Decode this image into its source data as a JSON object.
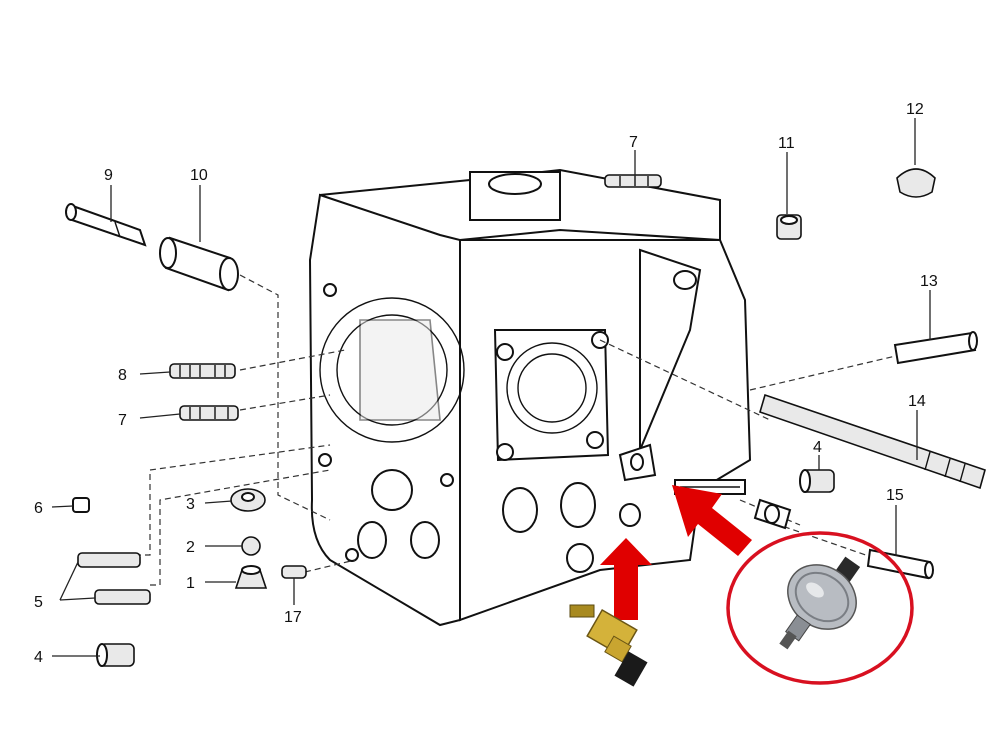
{
  "labels": {
    "l1": "1",
    "l2": "2",
    "l3": "3",
    "l4a": "4",
    "l4b": "4",
    "l5": "5",
    "l6": "6",
    "l7a": "7",
    "l7b": "7",
    "l8": "8",
    "l9": "9",
    "l10": "10",
    "l11": "11",
    "l12": "12",
    "l13": "13",
    "l14": "14",
    "l15": "15",
    "l17": "17"
  },
  "colors": {
    "arrow": "#e00000",
    "circle": "#d81020",
    "line": "#111111"
  },
  "icons": {
    "temp_sensor": "temperature-sender-icon",
    "oil_sender": "oil-pressure-sender-icon"
  }
}
